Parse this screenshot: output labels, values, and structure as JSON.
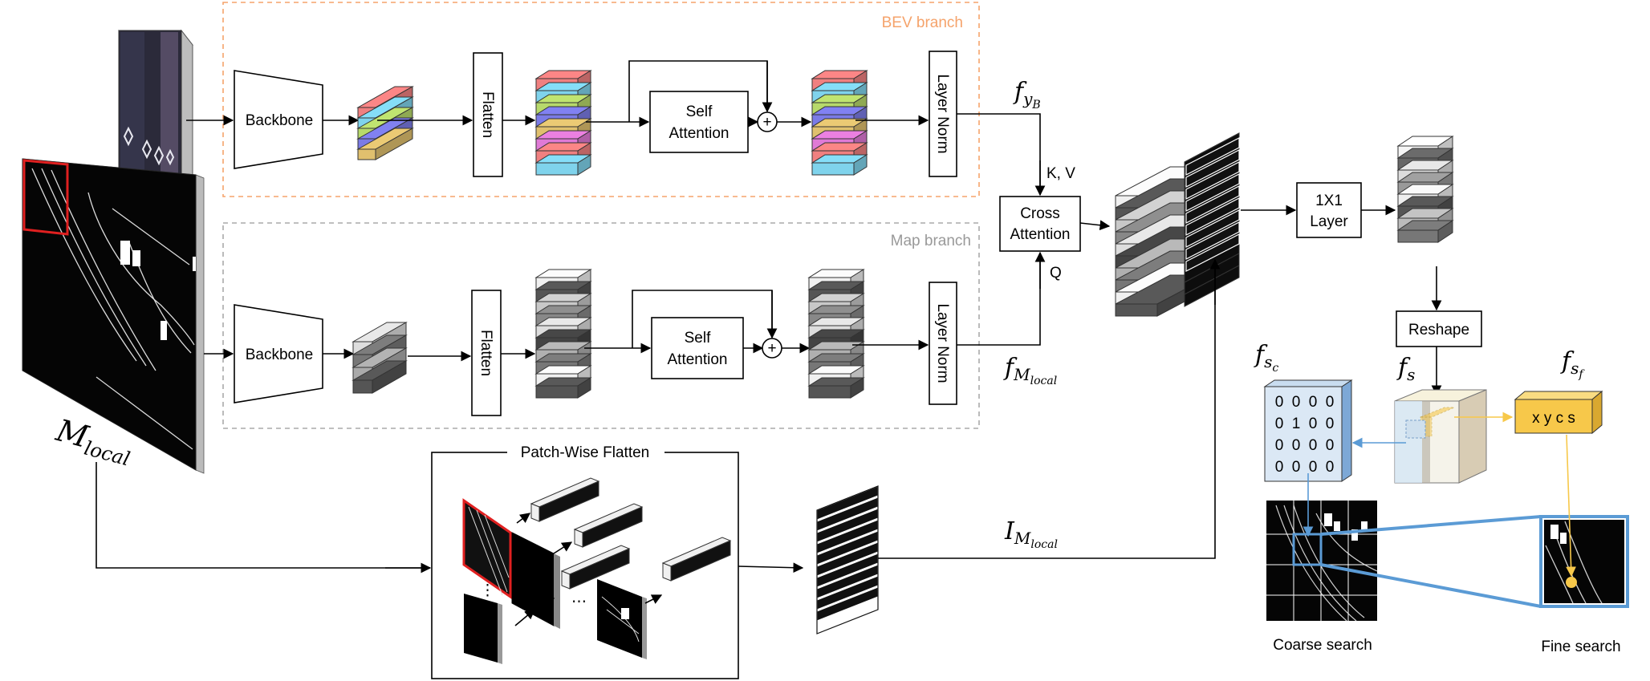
{
  "branches": {
    "bev": {
      "title": "BEV branch",
      "color": "#f5a36b"
    },
    "map": {
      "title": "Map branch",
      "color": "#aaaaaa"
    }
  },
  "inputs": {
    "bev_image_label": {
      "base": "y",
      "sub": "B"
    },
    "map_label": {
      "base": "M",
      "sub": "local"
    }
  },
  "blocks": {
    "backbone_bev": "Backbone",
    "backbone_map": "Backbone",
    "flatten_bev": "Flatten",
    "flatten_map": "Flatten",
    "self_attention_bev": [
      "Self",
      "Attention"
    ],
    "self_attention_map": [
      "Self",
      "Attention"
    ],
    "layer_norm_bev": "Layer Norm",
    "layer_norm_map": "Layer Norm",
    "cross_attention": [
      "Cross",
      "Attention"
    ],
    "conv_1x1": [
      "1X1",
      "Layer"
    ],
    "reshape": "Reshape",
    "plus_symbol": "+"
  },
  "features": {
    "f_yB": {
      "base": "f",
      "sub": "y",
      "subsub": "B"
    },
    "f_Mlocal": {
      "base": "f",
      "sub": "M",
      "subsub": "local"
    },
    "I_Mlocal": {
      "base": "I",
      "sub": "M",
      "subsub": "local"
    },
    "f_sc": {
      "base": "f",
      "sub": "s",
      "subsub": "c"
    },
    "f_s": {
      "base": "f",
      "sub": "s"
    },
    "f_sf": {
      "base": "f",
      "sub": "s",
      "subsub": "f"
    }
  },
  "annotations": {
    "kv": "K, V",
    "q": "Q",
    "patch_wise_flatten": "Patch-Wise Flatten",
    "ellipsis": "⋮",
    "ellipsis_h": "⋯"
  },
  "coarse_grid": [
    [
      "0",
      "0",
      "0",
      "0"
    ],
    [
      "0",
      "1",
      "0",
      "0"
    ],
    [
      "0",
      "0",
      "0",
      "0"
    ],
    [
      "0",
      "0",
      "0",
      "0"
    ]
  ],
  "fine_vector": "x y c s",
  "search_labels": {
    "coarse": "Coarse search",
    "fine": "Fine search"
  },
  "colors": {
    "bev_layers": [
      "#f08080",
      "#7fd3ec",
      "#b7d96b",
      "#7b7be6",
      "#e0c06e",
      "#e07ad6"
    ],
    "gray_layers": [
      "#f0f0f0",
      "#555555",
      "#c8c8c8",
      "#888888",
      "#dddddd",
      "#444444",
      "#b0b0b0",
      "#777777"
    ],
    "highlight_red": "#e02020",
    "coarse_blue": "#5b9bd5",
    "fine_yellow": "#f7c84a"
  }
}
